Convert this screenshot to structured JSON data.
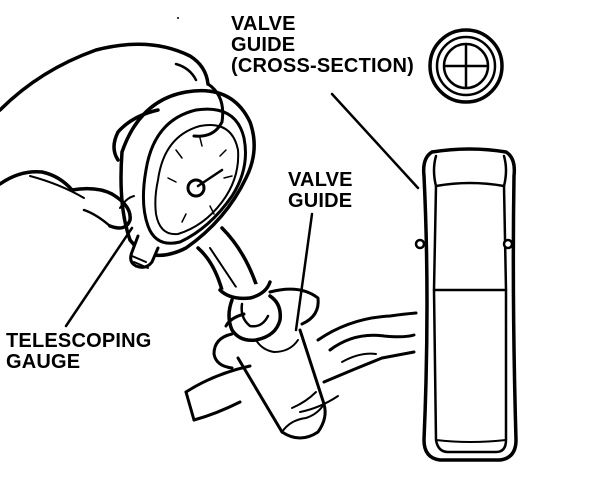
{
  "labels": {
    "crosssection": [
      "VALVE",
      "GUIDE",
      "(CROSS-SECTION)"
    ],
    "guide": [
      "VALVE",
      "GUIDE"
    ],
    "gauge": [
      "TELESCOPING",
      "GAUGE"
    ]
  },
  "colors": {
    "ink": "#000000",
    "paper": "#ffffff"
  }
}
